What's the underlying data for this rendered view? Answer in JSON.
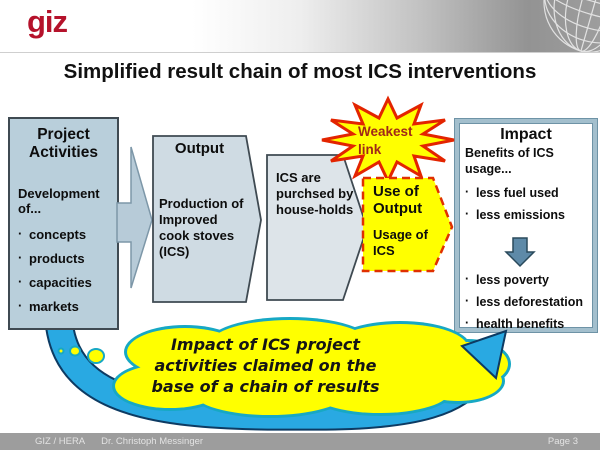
{
  "header": {
    "logo": "giz"
  },
  "title": "Simplified result chain of most ICS interventions",
  "chain": {
    "project_activities": {
      "title": "Project Activities",
      "intro": "Development of...",
      "bullets": [
        "concepts",
        "products",
        "capacities",
        "markets"
      ]
    },
    "output": {
      "title": "Output",
      "body": "Production of Improved cook stoves (ICS)"
    },
    "purchase": {
      "body": "ICS are purchsed by house-holds"
    },
    "weakest_link": "Weakest link",
    "use_of_output": {
      "title": "Use of Output",
      "body": "Usage of ICS"
    },
    "impact": {
      "title": "Impact",
      "intro": "Benefits of ICS usage...",
      "bullets_top": [
        "less fuel used",
        "less emissions"
      ],
      "bullets_bottom": [
        "less poverty",
        "less deforestation",
        "health benefits"
      ]
    }
  },
  "cloud": {
    "lines": [
      "Impact of ICS project",
      "activities claimed on the",
      "base of a chain of results"
    ]
  },
  "footer": {
    "org": "GIZ / HERA",
    "author": "Dr. Christoph Messinger",
    "page": "Page 3"
  },
  "colors": {
    "giz_red": "#b5122b",
    "chain_fill": "#b9cfdb",
    "yellow": "#ffff00",
    "alert_red": "#e32400",
    "swoosh_blue": "#29a9e2",
    "cloud_teal": "#17a8c4",
    "steel_arrow": "#5e8aa8"
  }
}
